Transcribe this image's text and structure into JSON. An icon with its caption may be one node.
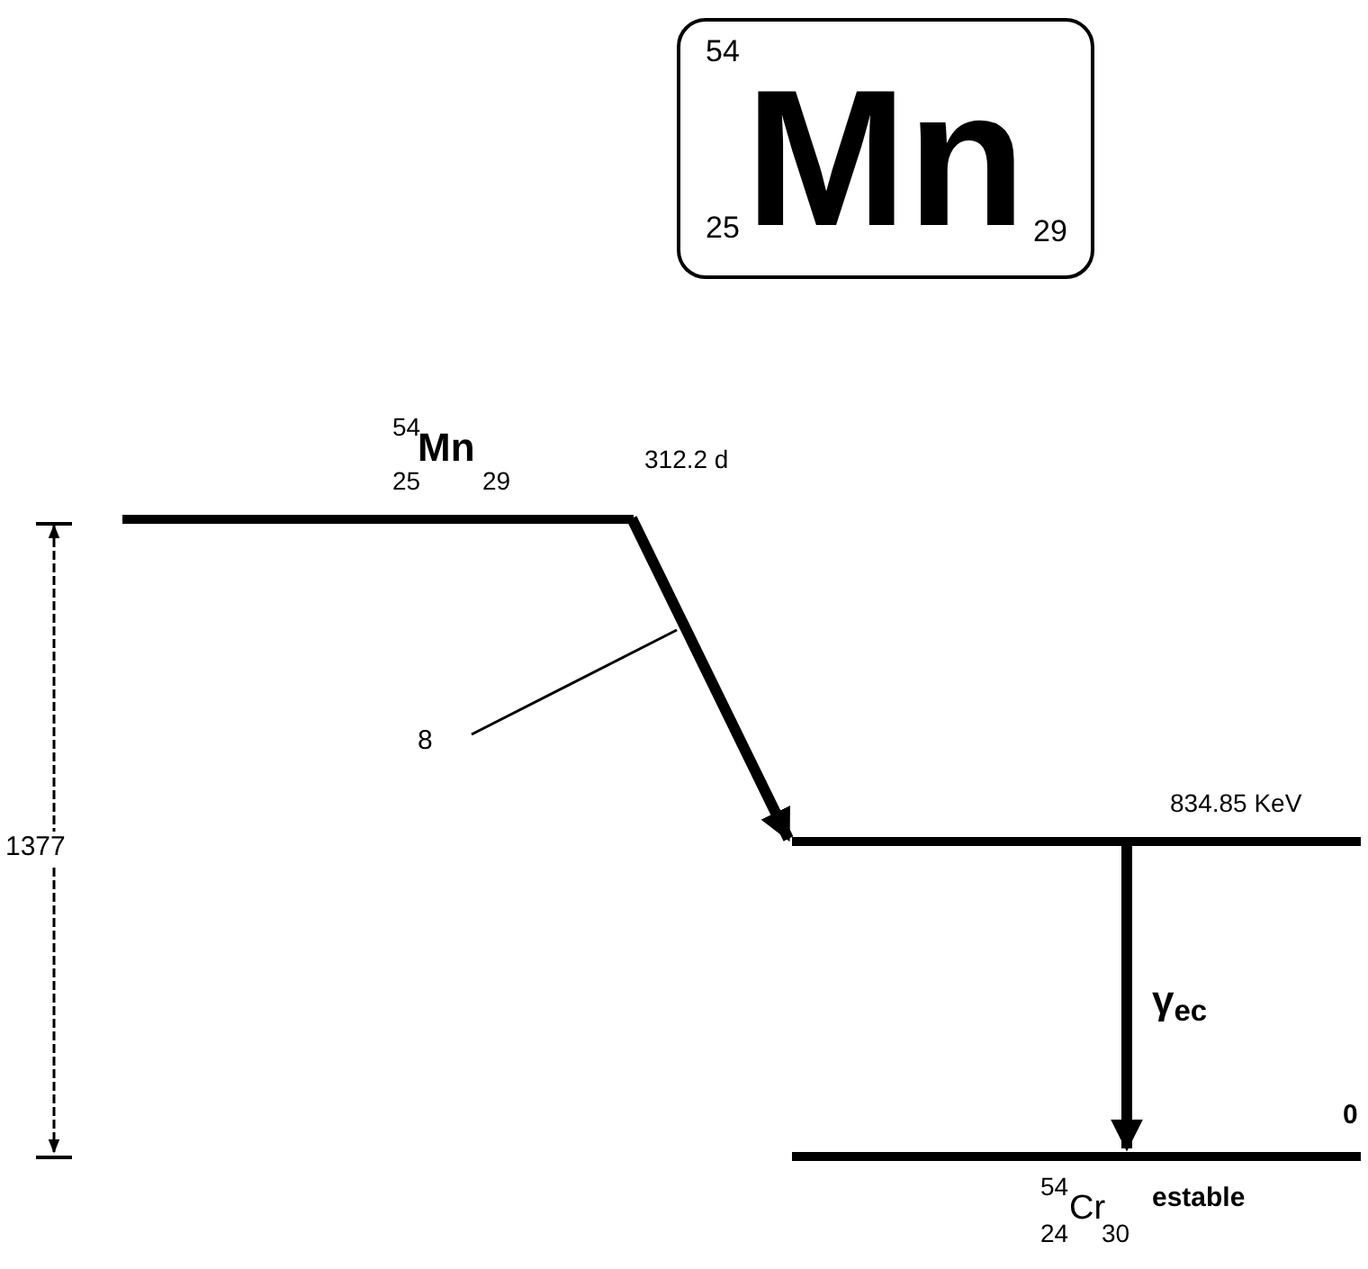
{
  "diagram": {
    "nodes": [
      {
        "text": [
          "54",
          "25",
          "Mn",
          "29"
        ]
      },
      {
        "text": [
          "54",
          "25",
          "Mn",
          "29"
        ],
        "beside": [
          "312.2 d"
        ]
      },
      {
        "text": [
          "834.85 KeV"
        ]
      },
      {
        "text": [
          "0"
        ],
        "beside": [
          "54",
          "24",
          "Cr",
          "30",
          "estable"
        ]
      },
      {
        "text": [
          "8"
        ]
      }
    ],
    "edges": [
      {
        "from": 1,
        "to": 2,
        "arrow": "to"
      },
      {
        "from": 2,
        "to": 3,
        "arrow": "to",
        "label": "γ$_{ec}$"
      },
      {
        "from": 4,
        "to": null,
        "arrow": "none"
      }
    ],
    "labels": [
      "1377"
    ]
  }
}
